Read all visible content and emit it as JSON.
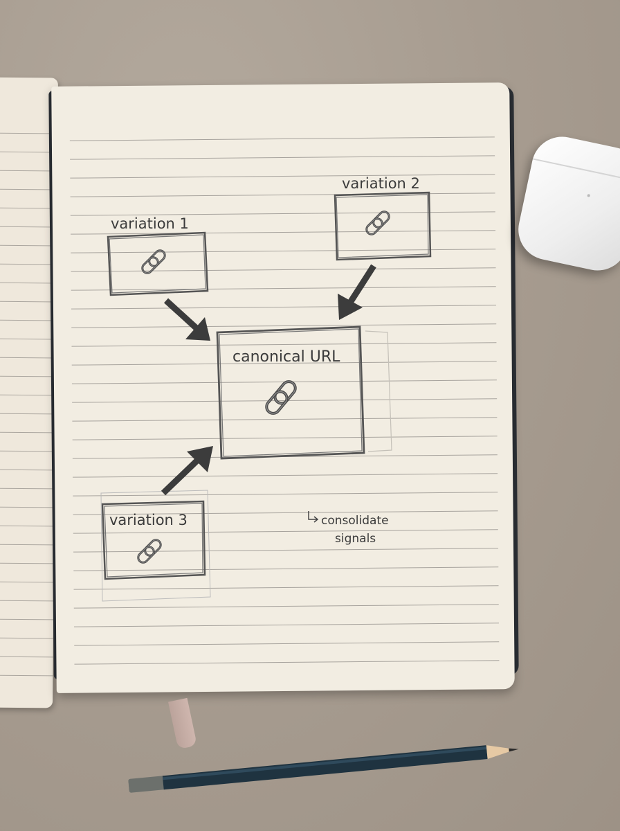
{
  "diagram": {
    "nodes": [
      {
        "id": "variation-1",
        "label": "variation 1",
        "icon": "chain-link-icon"
      },
      {
        "id": "variation-2",
        "label": "variation 2",
        "icon": "chain-link-icon"
      },
      {
        "id": "variation-3",
        "label": "variation 3",
        "icon": "chain-link-icon"
      },
      {
        "id": "canonical",
        "label": "canonical URL",
        "icon": "chain-link-icon"
      }
    ],
    "edges": [
      {
        "from": "variation-1",
        "to": "canonical"
      },
      {
        "from": "variation-2",
        "to": "canonical"
      },
      {
        "from": "variation-3",
        "to": "canonical"
      }
    ],
    "note": {
      "line1": "consolidate",
      "line2": "signals",
      "icon": "hook-arrow-icon"
    }
  },
  "colors": {
    "pencil_graphite": "#3b3b3b",
    "paper": "#f2ede2",
    "table": "#a99e92",
    "pencil_body": "#1f3340"
  }
}
